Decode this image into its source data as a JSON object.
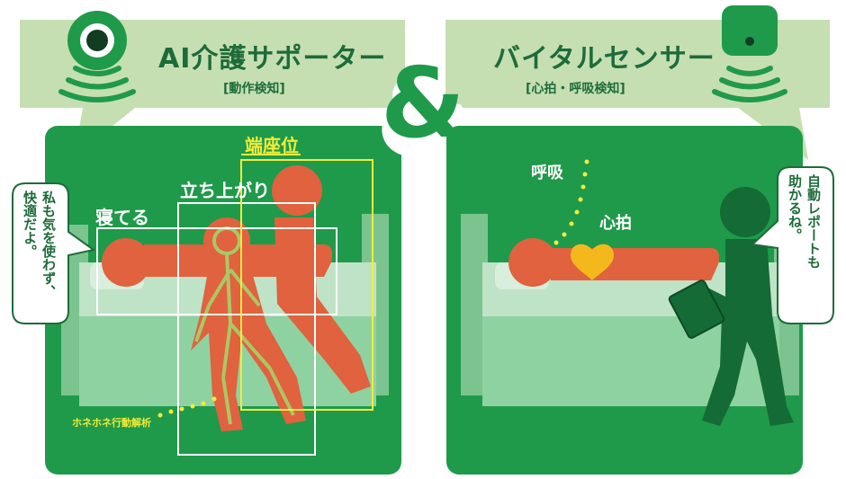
{
  "left_panel": {
    "title": "AI介護サポーター",
    "subtitle": "[動作検知]",
    "labels": {
      "sleeping": "寝てる",
      "standing": "立ち上がり",
      "sitting": "端座位",
      "bone_analysis": "ホネホネ行動解析"
    },
    "bubble": {
      "line1": "私も気を使わず、",
      "line2": "快適だよ。"
    }
  },
  "center": {
    "ampersand": "&"
  },
  "right_panel": {
    "title": "バイタルセンサー",
    "subtitle": "[心拍・呼吸検知]",
    "labels": {
      "breathing": "呼吸",
      "heartbeat": "心拍"
    },
    "bubble": {
      "line1": "自動レポートも",
      "line2": "助かるね。"
    }
  },
  "colors": {
    "banner": "#c5dfb2",
    "panel": "#1f9a4a",
    "person": "#e0623e",
    "detect_yellow": "#f2ec3a",
    "detect_white": "#ffffff",
    "dark_green": "#1e6b3a",
    "heart": "#f5b81c"
  },
  "icons": {
    "camera": "camera-icon",
    "sensor": "sensor-icon",
    "heart": "heart-icon"
  }
}
